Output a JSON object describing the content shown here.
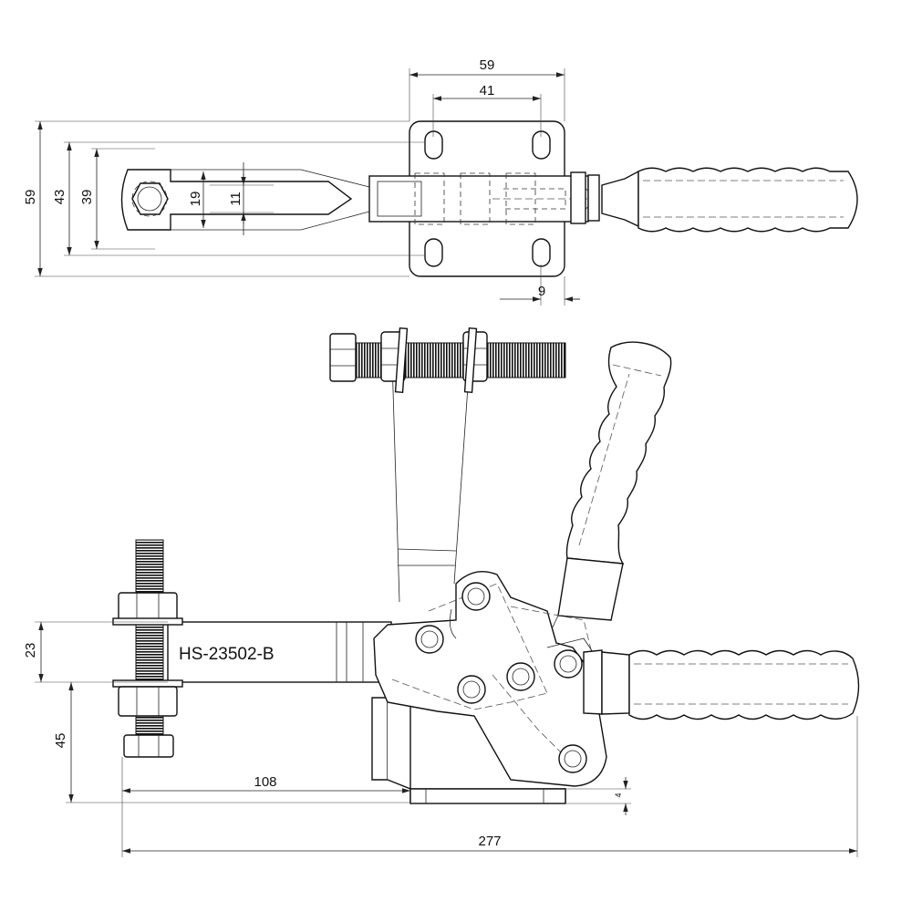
{
  "top_view": {
    "dims": {
      "plate_width": "59",
      "hole_spacing_x": "41",
      "hole_offset": "9",
      "plate_height": "59",
      "hole_spacing_y": "43",
      "arm_outer": "39",
      "slot_outer": "19",
      "slot_inner": "11"
    }
  },
  "side_view": {
    "part_number": "HS-23502-B",
    "dims": {
      "arm_height": "23",
      "spindle_height": "45",
      "reach": "108",
      "base_thickness": "4",
      "overall_length": "277"
    }
  }
}
